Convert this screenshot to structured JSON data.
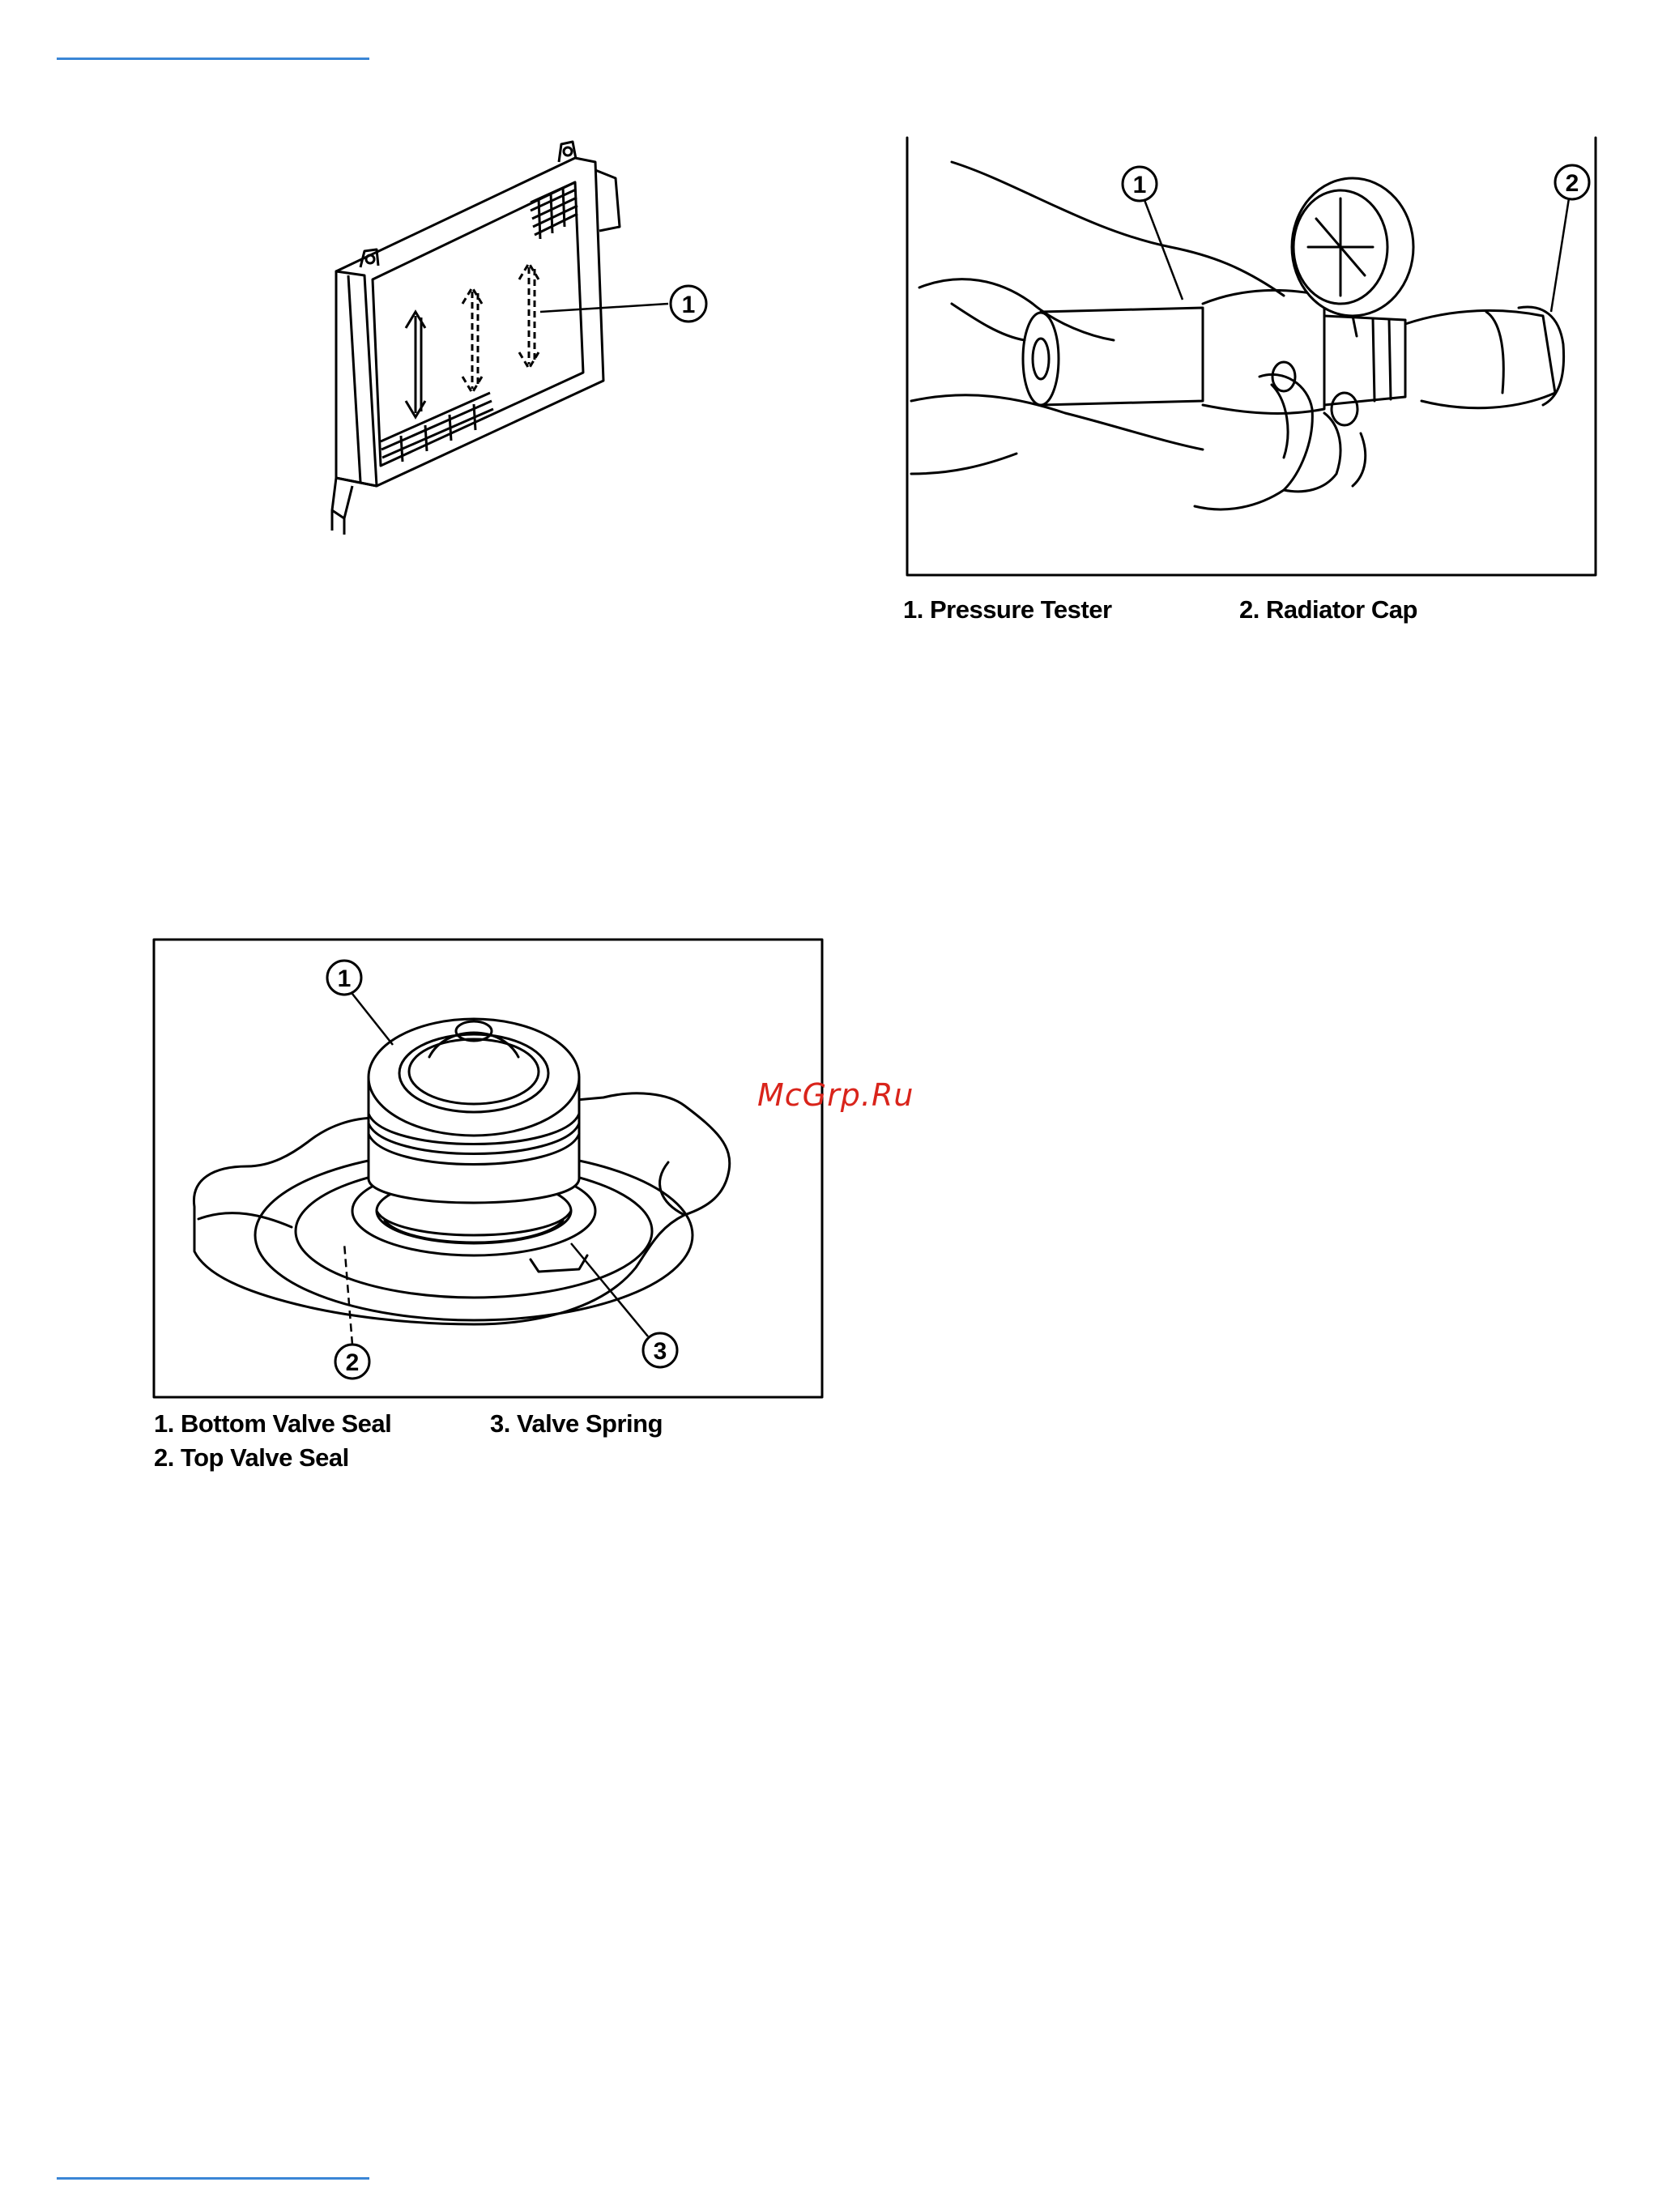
{
  "watermark": "McGrp.Ru",
  "figure_radiator": {
    "callouts": [
      "1"
    ]
  },
  "figure_tester": {
    "callouts": [
      "1",
      "2"
    ],
    "legend": [
      "1. Pressure Tester",
      "2. Radiator Cap"
    ]
  },
  "figure_cap": {
    "callouts": [
      "1",
      "2",
      "3"
    ],
    "legend": [
      "1. Bottom Valve Seal",
      "2. Top Valve Seal",
      "3. Valve Spring"
    ]
  },
  "colors": {
    "rule": "#3a86d6",
    "watermark": "#d9241b"
  }
}
